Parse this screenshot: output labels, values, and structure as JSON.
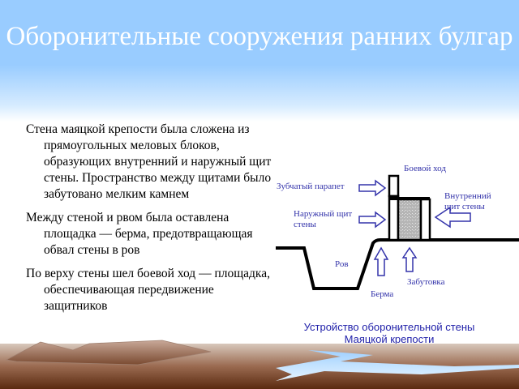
{
  "slide": {
    "title": "Оборонительные сооружения ранних булгар",
    "bullets": [
      "Стена маяцкой крепости была сложена из прямоугольных меловых блоков, образующих внутренний и наружный щит стены. Пространство между щитами было забутовано мелким камнем",
      "Между стеной и рвом была оставлена площадка — берма, предотвращающая обвал стены в ров",
      "По верху стены шел боевой ход — площадка, обеспечивающая передвижение защитников"
    ]
  },
  "diagram": {
    "labels": {
      "battle_walk": "Боевой ход",
      "parapet": "Зубчатый парапет",
      "outer_wall_1": "Наружный щит",
      "outer_wall_2": "стены",
      "inner_wall_1": "Внутренний",
      "inner_wall_2": "щит стены",
      "moat": "Ров",
      "berm": "Берма",
      "fill": "Забутовка"
    },
    "caption_line1": "Устройство оборонительной стены",
    "caption_line2": "Маяцкой крепости",
    "colors": {
      "label": "#3333aa",
      "outline": "#000000",
      "fill": "#bbbbbb"
    }
  }
}
